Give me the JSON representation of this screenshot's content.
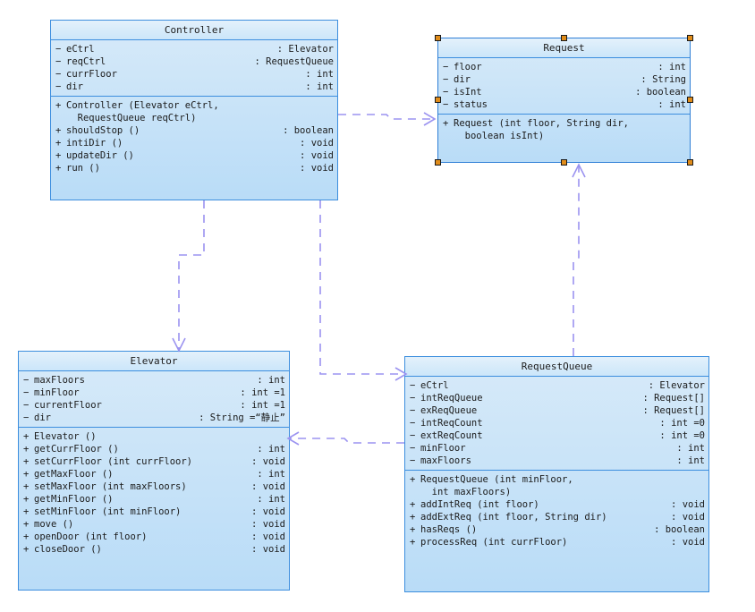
{
  "diagram": {
    "title": "Elevator UML Class Diagram",
    "theme": {
      "class_fill_top": "#d7eaf9",
      "class_fill_bottom": "#b9dcf7",
      "class_border": "#3c8ede",
      "connector": "#9b93f0",
      "handle_fill": "#e08c1a",
      "handle_border": "#1a1a1a",
      "background": "#ffffff"
    }
  },
  "classes": {
    "controller": {
      "name": "Controller",
      "selected": false,
      "attributes": [
        {
          "vis": "−",
          "name": "eCtrl",
          "type": "Elevator"
        },
        {
          "vis": "−",
          "name": "reqCtrl",
          "type": "RequestQueue"
        },
        {
          "vis": "−",
          "name": "currFloor",
          "type": "int"
        },
        {
          "vis": "−",
          "name": "dir",
          "type": "int"
        }
      ],
      "operations": [
        {
          "vis": "+",
          "name": "Controller (Elevator eCtrl,\n  RequestQueue reqCtrl)",
          "type": ""
        },
        {
          "vis": "+",
          "name": "shouldStop ()",
          "type": "boolean"
        },
        {
          "vis": "+",
          "name": "intiDir ()",
          "type": "void"
        },
        {
          "vis": "+",
          "name": "updateDir ()",
          "type": "void"
        },
        {
          "vis": "+",
          "name": "run ()",
          "type": "void"
        }
      ]
    },
    "request": {
      "name": "Request",
      "selected": true,
      "attributes": [
        {
          "vis": "−",
          "name": "floor",
          "type": "int"
        },
        {
          "vis": "−",
          "name": "dir",
          "type": "String"
        },
        {
          "vis": "−",
          "name": "isInt",
          "type": "boolean"
        },
        {
          "vis": "−",
          "name": "status",
          "type": "int"
        }
      ],
      "operations": [
        {
          "vis": "+",
          "name": "Request (int floor, String dir,\n  boolean isInt)",
          "type": ""
        }
      ]
    },
    "elevator": {
      "name": "Elevator",
      "selected": false,
      "attributes": [
        {
          "vis": "−",
          "name": "maxFloors",
          "type": "int"
        },
        {
          "vis": "−",
          "name": "minFloor",
          "type": "int =1"
        },
        {
          "vis": "−",
          "name": "currentFloor",
          "type": "int =1"
        },
        {
          "vis": "−",
          "name": "dir",
          "type": "String =“静止”"
        }
      ],
      "operations": [
        {
          "vis": "+",
          "name": "Elevator ()",
          "type": ""
        },
        {
          "vis": "+",
          "name": "getCurrFloor ()",
          "type": "int"
        },
        {
          "vis": "+",
          "name": "setCurrFloor (int currFloor)",
          "type": "void"
        },
        {
          "vis": "+",
          "name": "getMaxFloor ()",
          "type": "int"
        },
        {
          "vis": "+",
          "name": "setMaxFloor (int maxFloors)",
          "type": "void"
        },
        {
          "vis": "+",
          "name": "getMinFloor ()",
          "type": "int"
        },
        {
          "vis": "+",
          "name": "setMinFloor (int minFloor)",
          "type": "void"
        },
        {
          "vis": "+",
          "name": "move ()",
          "type": "void"
        },
        {
          "vis": "+",
          "name": "openDoor (int floor)",
          "type": "void"
        },
        {
          "vis": "+",
          "name": "closeDoor ()",
          "type": "void"
        }
      ]
    },
    "requestqueue": {
      "name": "RequestQueue",
      "selected": false,
      "attributes": [
        {
          "vis": "−",
          "name": "eCtrl",
          "type": "Elevator"
        },
        {
          "vis": "−",
          "name": "intReqQueue",
          "type": "Request[]"
        },
        {
          "vis": "−",
          "name": "exReqQueue",
          "type": "Request[]"
        },
        {
          "vis": "−",
          "name": "intReqCount",
          "type": "int =0"
        },
        {
          "vis": "−",
          "name": "extReqCount",
          "type": "int =0"
        },
        {
          "vis": "−",
          "name": "minFloor",
          "type": "int"
        },
        {
          "vis": "−",
          "name": "maxFloors",
          "type": "int"
        }
      ],
      "operations": [
        {
          "vis": "+",
          "name": "RequestQueue (int minFloor,\n  int maxFloors)",
          "type": ""
        },
        {
          "vis": "+",
          "name": "addIntReq (int floor)",
          "type": "void"
        },
        {
          "vis": "+",
          "name": "addExtReq (int floor, String dir)",
          "type": "void"
        },
        {
          "vis": "+",
          "name": "hasReqs ()",
          "type": "boolean"
        },
        {
          "vis": "+",
          "name": "processReq (int currFloor)",
          "type": "void"
        }
      ]
    }
  },
  "connectors": [
    {
      "id": "controller-to-request",
      "from": "Controller",
      "to": "Request",
      "kind": "dependency",
      "style": "dashed"
    },
    {
      "id": "controller-to-elevator",
      "from": "Controller",
      "to": "Elevator",
      "kind": "dependency",
      "style": "dashed"
    },
    {
      "id": "controller-to-requestqueue",
      "from": "Controller",
      "to": "RequestQueue",
      "kind": "dependency",
      "style": "dashed"
    },
    {
      "id": "requestqueue-to-request",
      "from": "RequestQueue",
      "to": "Request",
      "kind": "dependency",
      "style": "dashed"
    },
    {
      "id": "requestqueue-to-elevator",
      "from": "RequestQueue",
      "to": "Elevator",
      "kind": "dependency",
      "style": "dashed"
    }
  ]
}
